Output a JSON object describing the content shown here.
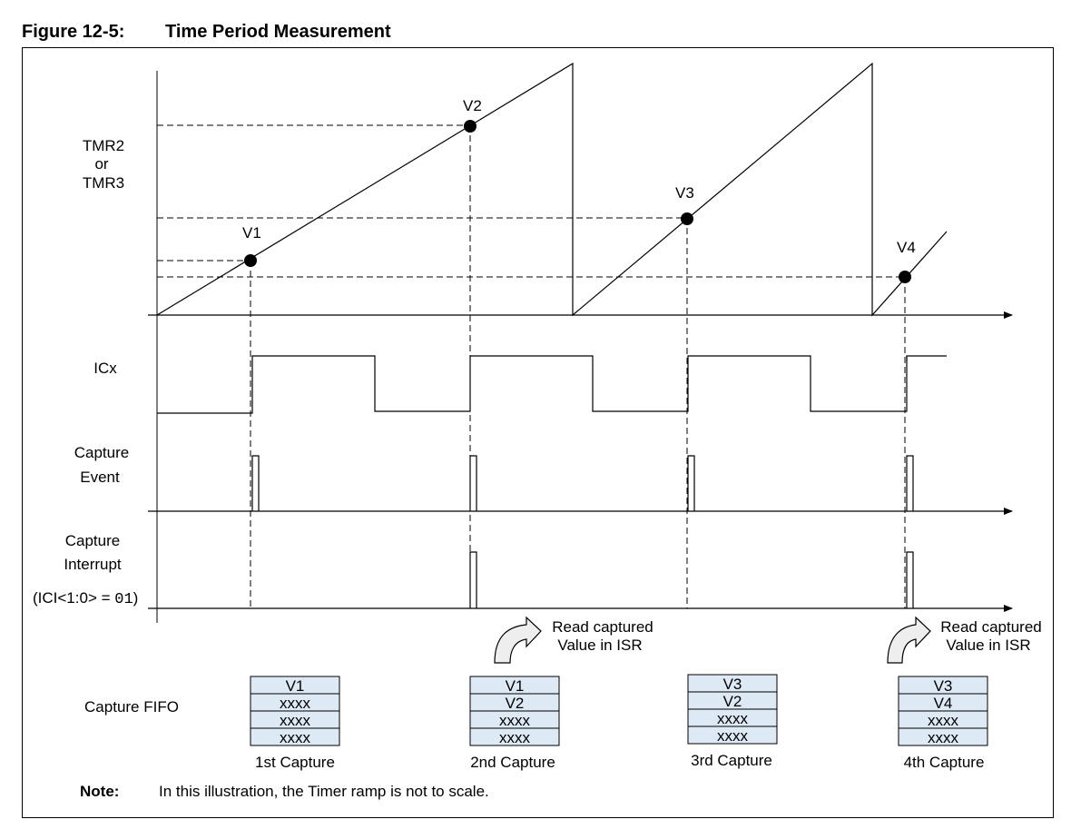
{
  "figure": {
    "number": "Figure 12-5:",
    "title": "Time Period Measurement"
  },
  "signals": {
    "timer_line1": "TMR2",
    "timer_line2": "or",
    "timer_line3": "TMR3",
    "icx": "ICx",
    "capture_event_line1": "Capture",
    "capture_event_line2": "Event",
    "capture_interrupt_line1": "Capture",
    "capture_interrupt_line2": "Interrupt",
    "ici_prefix": "(ICI<1:0> = ",
    "ici_value": "01",
    "ici_suffix": ")"
  },
  "points": [
    "V1",
    "V2",
    "V3",
    "V4"
  ],
  "isr_note": {
    "line1": "Read captured",
    "line2": "Value in ISR"
  },
  "fifo": {
    "label": "Capture FIFO",
    "stacks": [
      {
        "cells": [
          "V1",
          "xxxx",
          "xxxx",
          "xxxx"
        ],
        "caption": "1st Capture"
      },
      {
        "cells": [
          "V1",
          "V2",
          "xxxx",
          "xxxx"
        ],
        "caption": "2nd Capture"
      },
      {
        "cells": [
          "V3",
          "V2",
          "xxxx",
          "xxxx"
        ],
        "caption": "3rd Capture"
      },
      {
        "cells": [
          "V3",
          "V4",
          "xxxx",
          "xxxx"
        ],
        "caption": "4th Capture"
      }
    ]
  },
  "note": {
    "label": "Note:",
    "text": "In this illustration, the Timer ramp is not to scale."
  },
  "colors": {
    "fifo_cell": "#dde9f4",
    "arrow_fill": "#eeeeee"
  }
}
